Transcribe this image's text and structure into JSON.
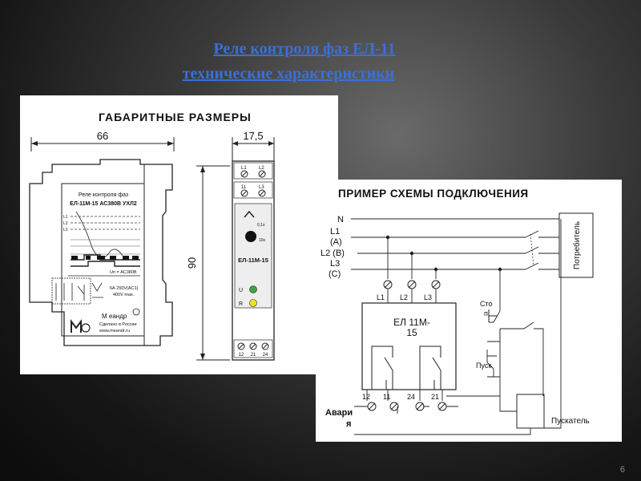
{
  "slide": {
    "title_line1": "Реле контроля фаз ЕЛ-11",
    "title_line2": "технические характеристики",
    "page_number": "6"
  },
  "dimensions": {
    "heading": "ГАБАРИТНЫЕ РАЗМЕРЫ",
    "width_label": "66",
    "depth_label": "17,5",
    "height_label": "90",
    "front_title_line1": "Реле контроля фаз",
    "front_title_line2": "ЕЛ-11М-15 АС380В УХЛ2",
    "phase_labels": [
      "L1",
      "L2",
      "L3"
    ],
    "supply": "Uп = АС380В",
    "rating_line1": "6А 250V(AC1)",
    "rating_line2": "400V max.",
    "brand": "М еандр",
    "made_in": "Сделано в России",
    "website": "www.meandr.ru",
    "side_terminals_top1": [
      "L1",
      "L2"
    ],
    "side_terminals_top2": [
      "11",
      "L3"
    ],
    "knob_labels": [
      "0,1s",
      "10s"
    ],
    "side_model": "ЕЛ-11М-15",
    "led_u": "U",
    "led_r": "R",
    "side_terminals_bottom": [
      "12",
      "21",
      "24"
    ]
  },
  "wiring": {
    "heading": "ПРИМЕР СХЕМЫ ПОДКЛЮЧЕНИЯ",
    "line_n": "N",
    "line_l1": "L1",
    "line_l1_alt": "(А)",
    "line_l2": "L2 (В)",
    "line_l3": "L3",
    "line_l3_alt": "(С)",
    "consumer": "Потребитель",
    "relay_line1": "ЕЛ 11М-",
    "relay_line2": "15",
    "terminal_l1": "L1",
    "terminal_l2": "L2",
    "terminal_l3": "L3",
    "terminals_bottom": [
      "12",
      "11",
      "24",
      "21"
    ],
    "alarm_line1": "Авари",
    "alarm_line2": "я",
    "stop_line1": "Сто",
    "stop_line2": "п",
    "start": "Пуск",
    "starter": "Пускатель"
  }
}
